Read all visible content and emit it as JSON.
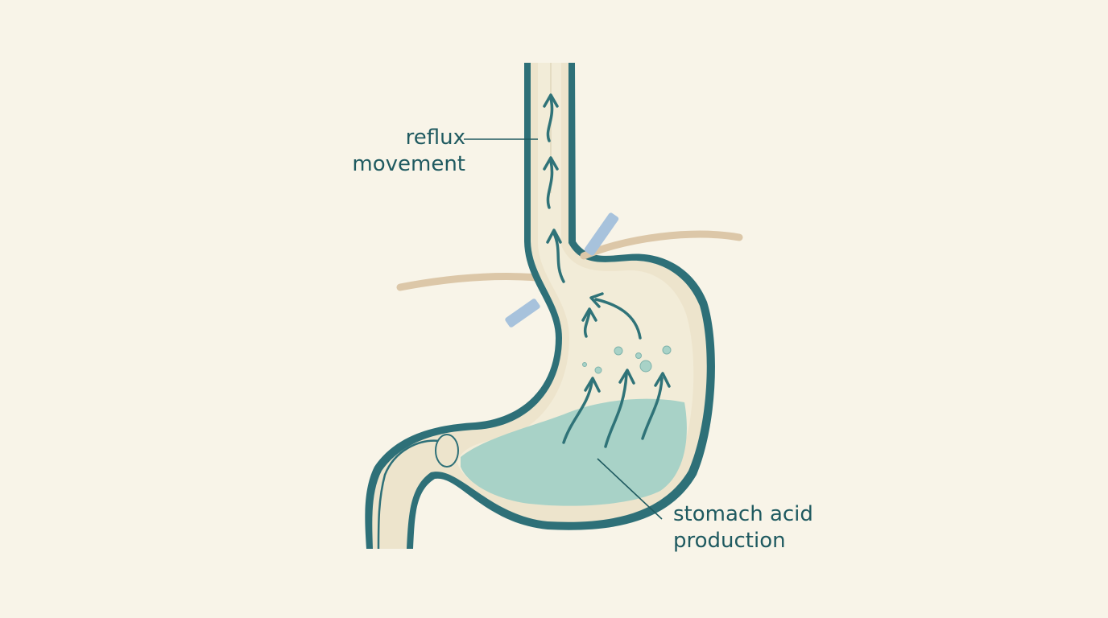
{
  "labels": {
    "reflux": {
      "line1": "reflux",
      "line2": "movement"
    },
    "acid": {
      "line1": "stomach acid",
      "line2": "production"
    }
  },
  "colors": {
    "background": "#f8f4e8",
    "wall": "#2e7078",
    "lining": "#ede4cc",
    "lumen": "#f2ecd8",
    "acid": "#a8d2c7",
    "arrow": "#2f7378",
    "diaphragm": "#dcc7a8",
    "ligament": "#a7c2dc",
    "text": "#1f5a60"
  }
}
